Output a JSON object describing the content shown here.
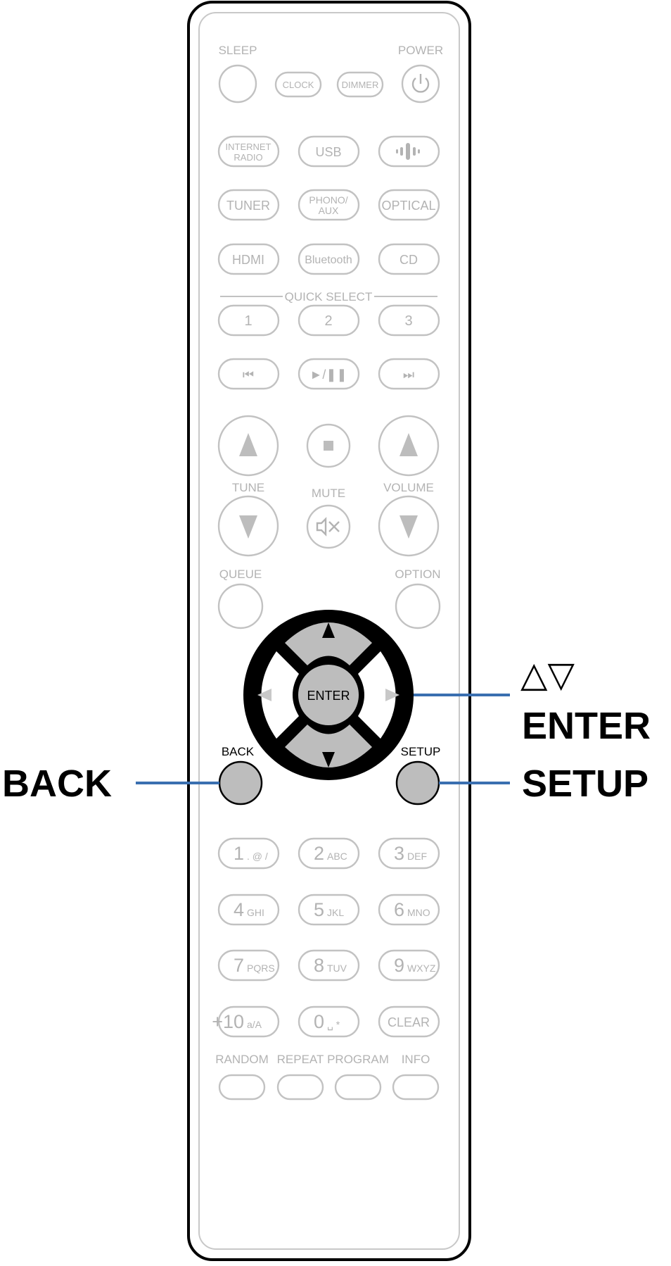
{
  "remote": {
    "top": {
      "sleep": "SLEEP",
      "power": "POWER",
      "clock": "CLOCK",
      "dimmer": "DIMMER"
    },
    "sources": {
      "internet_radio_l1": "INTERNET",
      "internet_radio_l2": "RADIO",
      "usb": "USB",
      "tuner": "TUNER",
      "phono_l1": "PHONO/",
      "phono_l2": "AUX",
      "optical": "OPTICAL",
      "hdmi": "HDMI",
      "bluetooth": "Bluetooth",
      "cd": "CD"
    },
    "quick_select": {
      "label": "QUICK SELECT",
      "b1": "1",
      "b2": "2",
      "b3": "3"
    },
    "transport": {
      "prev": "⏮",
      "playpause": "►/❚❚",
      "next": "⏭"
    },
    "tune_label": "TUNE",
    "mute_label": "MUTE",
    "volume_label": "VOLUME",
    "queue_label": "QUEUE",
    "option_label": "OPTION",
    "enter_label": "ENTER",
    "back_label": "BACK",
    "setup_label": "SETUP",
    "keypad": [
      {
        "num": "1",
        "sub": ". @ /"
      },
      {
        "num": "2",
        "sub": "ABC"
      },
      {
        "num": "3",
        "sub": "DEF"
      },
      {
        "num": "4",
        "sub": "GHI"
      },
      {
        "num": "5",
        "sub": "JKL"
      },
      {
        "num": "6",
        "sub": "MNO"
      },
      {
        "num": "7",
        "sub": "PQRS"
      },
      {
        "num": "8",
        "sub": "TUV"
      },
      {
        "num": "9",
        "sub": "WXYZ"
      },
      {
        "num": "+10",
        "sub": "a/A"
      },
      {
        "num": "0",
        "sub": "␣ *"
      },
      {
        "num": "",
        "sub": "CLEAR"
      }
    ],
    "bottom": {
      "random": "RANDOM",
      "repeat": "REPEAT",
      "program": "PROGRAM",
      "info": "INFO"
    }
  },
  "callouts": {
    "arrows": "△▽",
    "enter": "ENTER",
    "back": "BACK",
    "setup": "SETUP"
  },
  "colors": {
    "leader_line": "#3a6fb0",
    "faded": "#b3b3b3",
    "highlight_fill": "#bdbdbd"
  }
}
